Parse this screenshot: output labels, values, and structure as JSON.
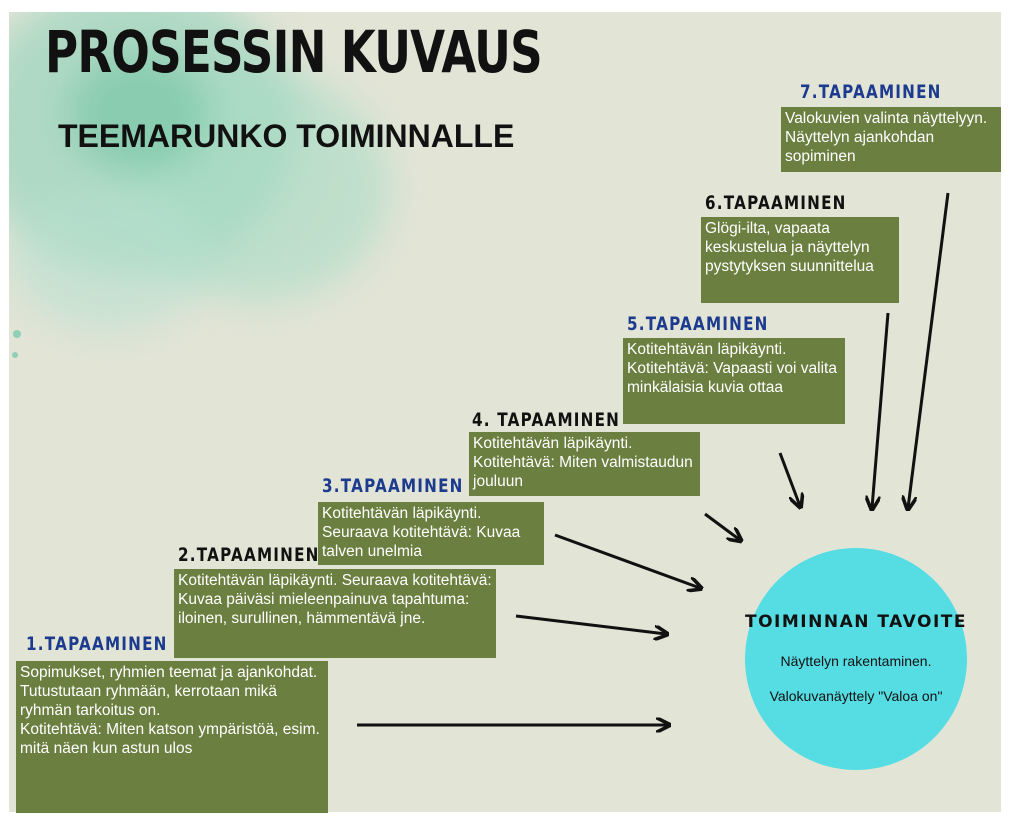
{
  "title": "PROSESSIN KUVAUS",
  "subtitle": "TEEMARUNKO TOIMINNALLE",
  "steps": [
    {
      "label": "1.TAPAAMINEN",
      "text": "Sopimukset, ryhmien teemat ja ajankohdat. Tutustutaan ryhmään, kerrotaan mikä ryhmän tarkoitus on.\nKotitehtävä: Miten katson ympäristöä, esim. mitä näen kun astun ulos"
    },
    {
      "label": "2.TAPAAMINEN",
      "text": "Kotitehtävän läpikäynti. Seuraava kotitehtävä: Kuvaa päiväsi mieleenpainuva tapahtuma: iloinen, surullinen, hämmentävä jne."
    },
    {
      "label": "3.TAPAAMINEN",
      "text": "Kotitehtävän läpikäynti. Seuraava kotitehtävä: Kuvaa talven unelmia"
    },
    {
      "label": "4. TAPAAMINEN",
      "text": "Kotitehtävän läpikäynti. Kotitehtävä: Miten valmistaudun jouluun"
    },
    {
      "label": "5.TAPAAMINEN",
      "text": "Kotitehtävän läpikäynti. Kotitehtävä: Vapaasti voi valita minkälaisia kuvia ottaa"
    },
    {
      "label": "6.TAPAAMINEN",
      "text": "Glögi-ilta, vapaata keskustelua ja näyttelyn pystytyksen suunnittelua"
    },
    {
      "label": "7.TAPAAMINEN",
      "text": "Valokuvien valinta näyttelyyn. Näyttelyn ajankohdan sopiminen"
    }
  ],
  "goal": {
    "title": "TOIMINNAN TAVOITE",
    "line1": "Näyttelyn rakentaminen.",
    "line2": "Valokuvanäyttely \"Valoa on\""
  },
  "colors": {
    "background": "#e2e4d6",
    "step_box": "#6b7f40",
    "label_blue": "#1c3b8f",
    "goal_circle": "#56dde4",
    "watercolor": "#9fd6bf"
  }
}
